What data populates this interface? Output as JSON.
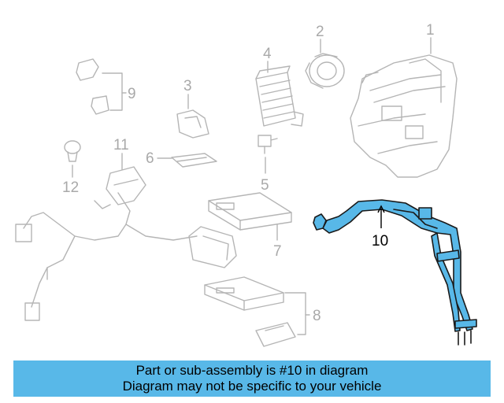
{
  "callouts": {
    "c1": "1",
    "c2": "2",
    "c3": "3",
    "c4": "4",
    "c5": "5",
    "c6": "6",
    "c7": "7",
    "c8": "8",
    "c9": "9",
    "c10": "10",
    "c11": "11",
    "c12": "12"
  },
  "highlight_color": "#58b8e8",
  "banner": {
    "line1": "Part or sub-assembly is #10 in diagram",
    "line2": "Diagram may not be specific to your vehicle"
  }
}
